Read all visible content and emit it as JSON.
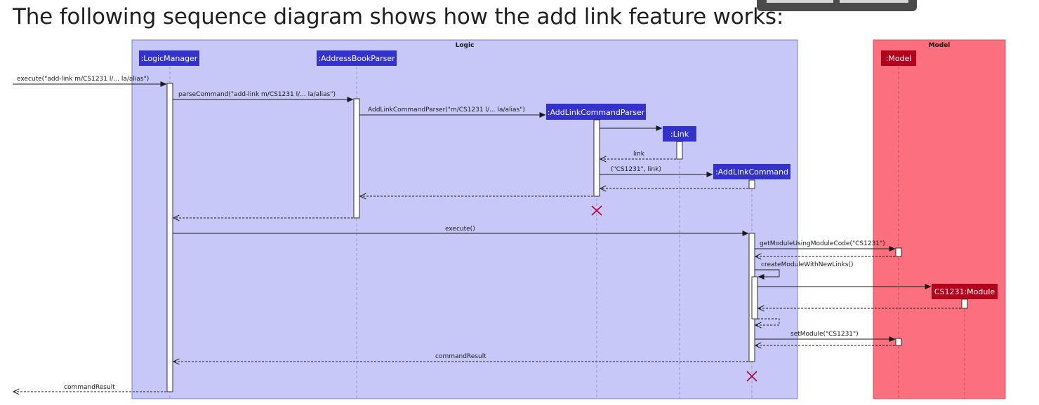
{
  "heading": "The following sequence diagram shows how the add link feature works:",
  "colors": {
    "logic_box": "#c8c8f8",
    "logic_border": "#7d7dd6",
    "logic_participant": "#3333cc",
    "model_box": "#fb6f7e",
    "model_border": "#d8505f",
    "model_participant": "#b3001b",
    "destroy_mark": "#b3003b"
  },
  "boxes": {
    "logic": "Logic",
    "model": "Model"
  },
  "participants": {
    "logic_manager": ":LogicManager",
    "address_book_parser": ":AddressBookParser",
    "add_link_command_parser": ":AddLinkCommandParser",
    "link": ":Link",
    "add_link_command": ":AddLinkCommand",
    "model": ":Model",
    "module": "CS1231:Module"
  },
  "messages": {
    "execute_in": "execute(\"add-link m/CS1231 l/... la/alias\")",
    "parse_command": "parseCommand(\"add-link m/CS1231 l/... la/alias\")",
    "create_parser": "AddLinkCommandParser(\"m/CS1231 l/... la/alias\")",
    "link_return": "link",
    "create_command": "(\"CS1231\", link)",
    "execute": "execute()",
    "get_module": "getModuleUsingModuleCode(\"CS1231\")",
    "create_module": "createModuleWithNewLinks()",
    "set_module": "setModule(\"CS1231\")",
    "command_result_inner": "commandResult",
    "command_result_out": "commandResult"
  }
}
